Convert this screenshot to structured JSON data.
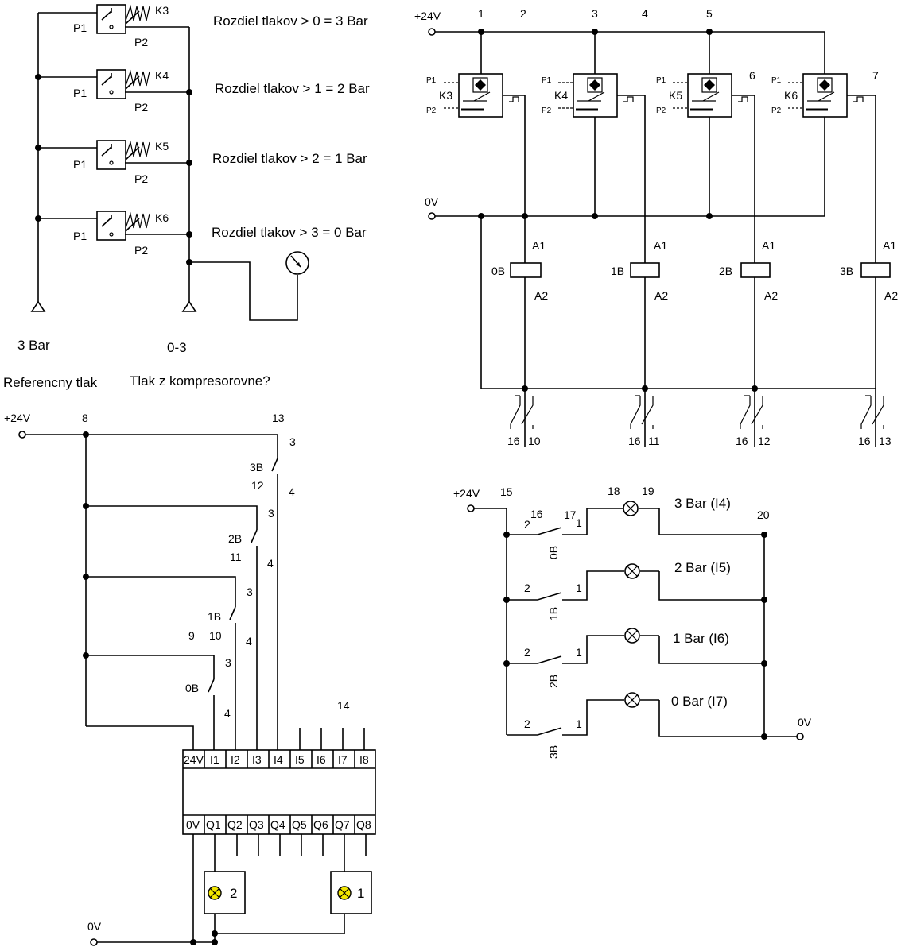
{
  "pressure_section": {
    "switches": [
      {
        "id": "K3",
        "p1": "P1",
        "p2": "P2",
        "text": "Rozdiel tlakov > 0 = 3 Bar"
      },
      {
        "id": "K4",
        "p1": "P1",
        "p2": "P2",
        "text": "Rozdiel tlakov > 1 = 2 Bar"
      },
      {
        "id": "K5",
        "p1": "P1",
        "p2": "P2",
        "text": "Rozdiel tlakov > 2 = 1 Bar"
      },
      {
        "id": "K6",
        "p1": "P1",
        "p2": "P2",
        "text": "Rozdiel tlakov > 3 = 0 Bar"
      }
    ],
    "left_supply": "3  Bar",
    "right_supply": "0-3",
    "left_caption": "Referencny  tlak",
    "right_caption": "Tlak z kompresorovne?"
  },
  "sensor_section": {
    "supply_plus": "+24V",
    "supply_zero": "0V",
    "node_numbers": [
      "1",
      "2",
      "3",
      "4",
      "5",
      "6",
      "7"
    ],
    "sensors": [
      {
        "id": "K3",
        "p1": "P1",
        "p2": "P2",
        "relay": "0B",
        "a1": "A1",
        "a2": "A2",
        "contact": "16",
        "contact_no": "10"
      },
      {
        "id": "K4",
        "p1": "P1",
        "p2": "P2",
        "relay": "1B",
        "a1": "A1",
        "a2": "A2",
        "contact": "16",
        "contact_no": "11"
      },
      {
        "id": "K5",
        "p1": "P1",
        "p2": "P2",
        "relay": "2B",
        "a1": "A1",
        "a2": "A2",
        "contact": "16",
        "contact_no": "12"
      },
      {
        "id": "K6",
        "p1": "P1",
        "p2": "P2",
        "relay": "3B",
        "a1": "A1",
        "a2": "A2",
        "contact": "16",
        "contact_no": "13"
      }
    ]
  },
  "plc_section": {
    "supply_plus": "+24V",
    "supply_zero": "0V",
    "node_8": "8",
    "node_9": "9",
    "node_13": "13",
    "node_14": "14",
    "contacts": [
      {
        "name": "3B",
        "num": "12",
        "top": "3",
        "bottom": "4"
      },
      {
        "name": "2B",
        "num": "11",
        "top": "3",
        "bottom": "4"
      },
      {
        "name": "1B",
        "num": "10",
        "top": "3",
        "bottom": "4"
      },
      {
        "name": "0B",
        "num": "",
        "top": "3",
        "bottom": "4"
      }
    ],
    "inputs": [
      "24V",
      "I1",
      "I2",
      "I3",
      "I4",
      "I5",
      "I6",
      "I7",
      "I8"
    ],
    "outputs": [
      "0V",
      "Q1",
      "Q2",
      "Q3",
      "Q4",
      "Q5",
      "Q6",
      "Q7",
      "Q8"
    ],
    "lamps": [
      {
        "label": "2"
      },
      {
        "label": "1"
      }
    ],
    "lamp_color": "#f2e600"
  },
  "lamp_section": {
    "supply_plus": "+24V",
    "supply_zero": "0V",
    "node_15": "15",
    "node_16": "16",
    "node_17": "17",
    "node_18": "18",
    "node_19": "19",
    "node_20": "20",
    "rows": [
      {
        "contact": "0B",
        "left": "2",
        "right": "1",
        "label": "3 Bar (I4)"
      },
      {
        "contact": "1B",
        "left": "2",
        "right": "1",
        "label": "2 Bar (I5)"
      },
      {
        "contact": "2B",
        "left": "2",
        "right": "1",
        "label": "1 Bar (I6)"
      },
      {
        "contact": "3B",
        "left": "2",
        "right": "1",
        "label": "0 Bar (I7)"
      }
    ]
  }
}
